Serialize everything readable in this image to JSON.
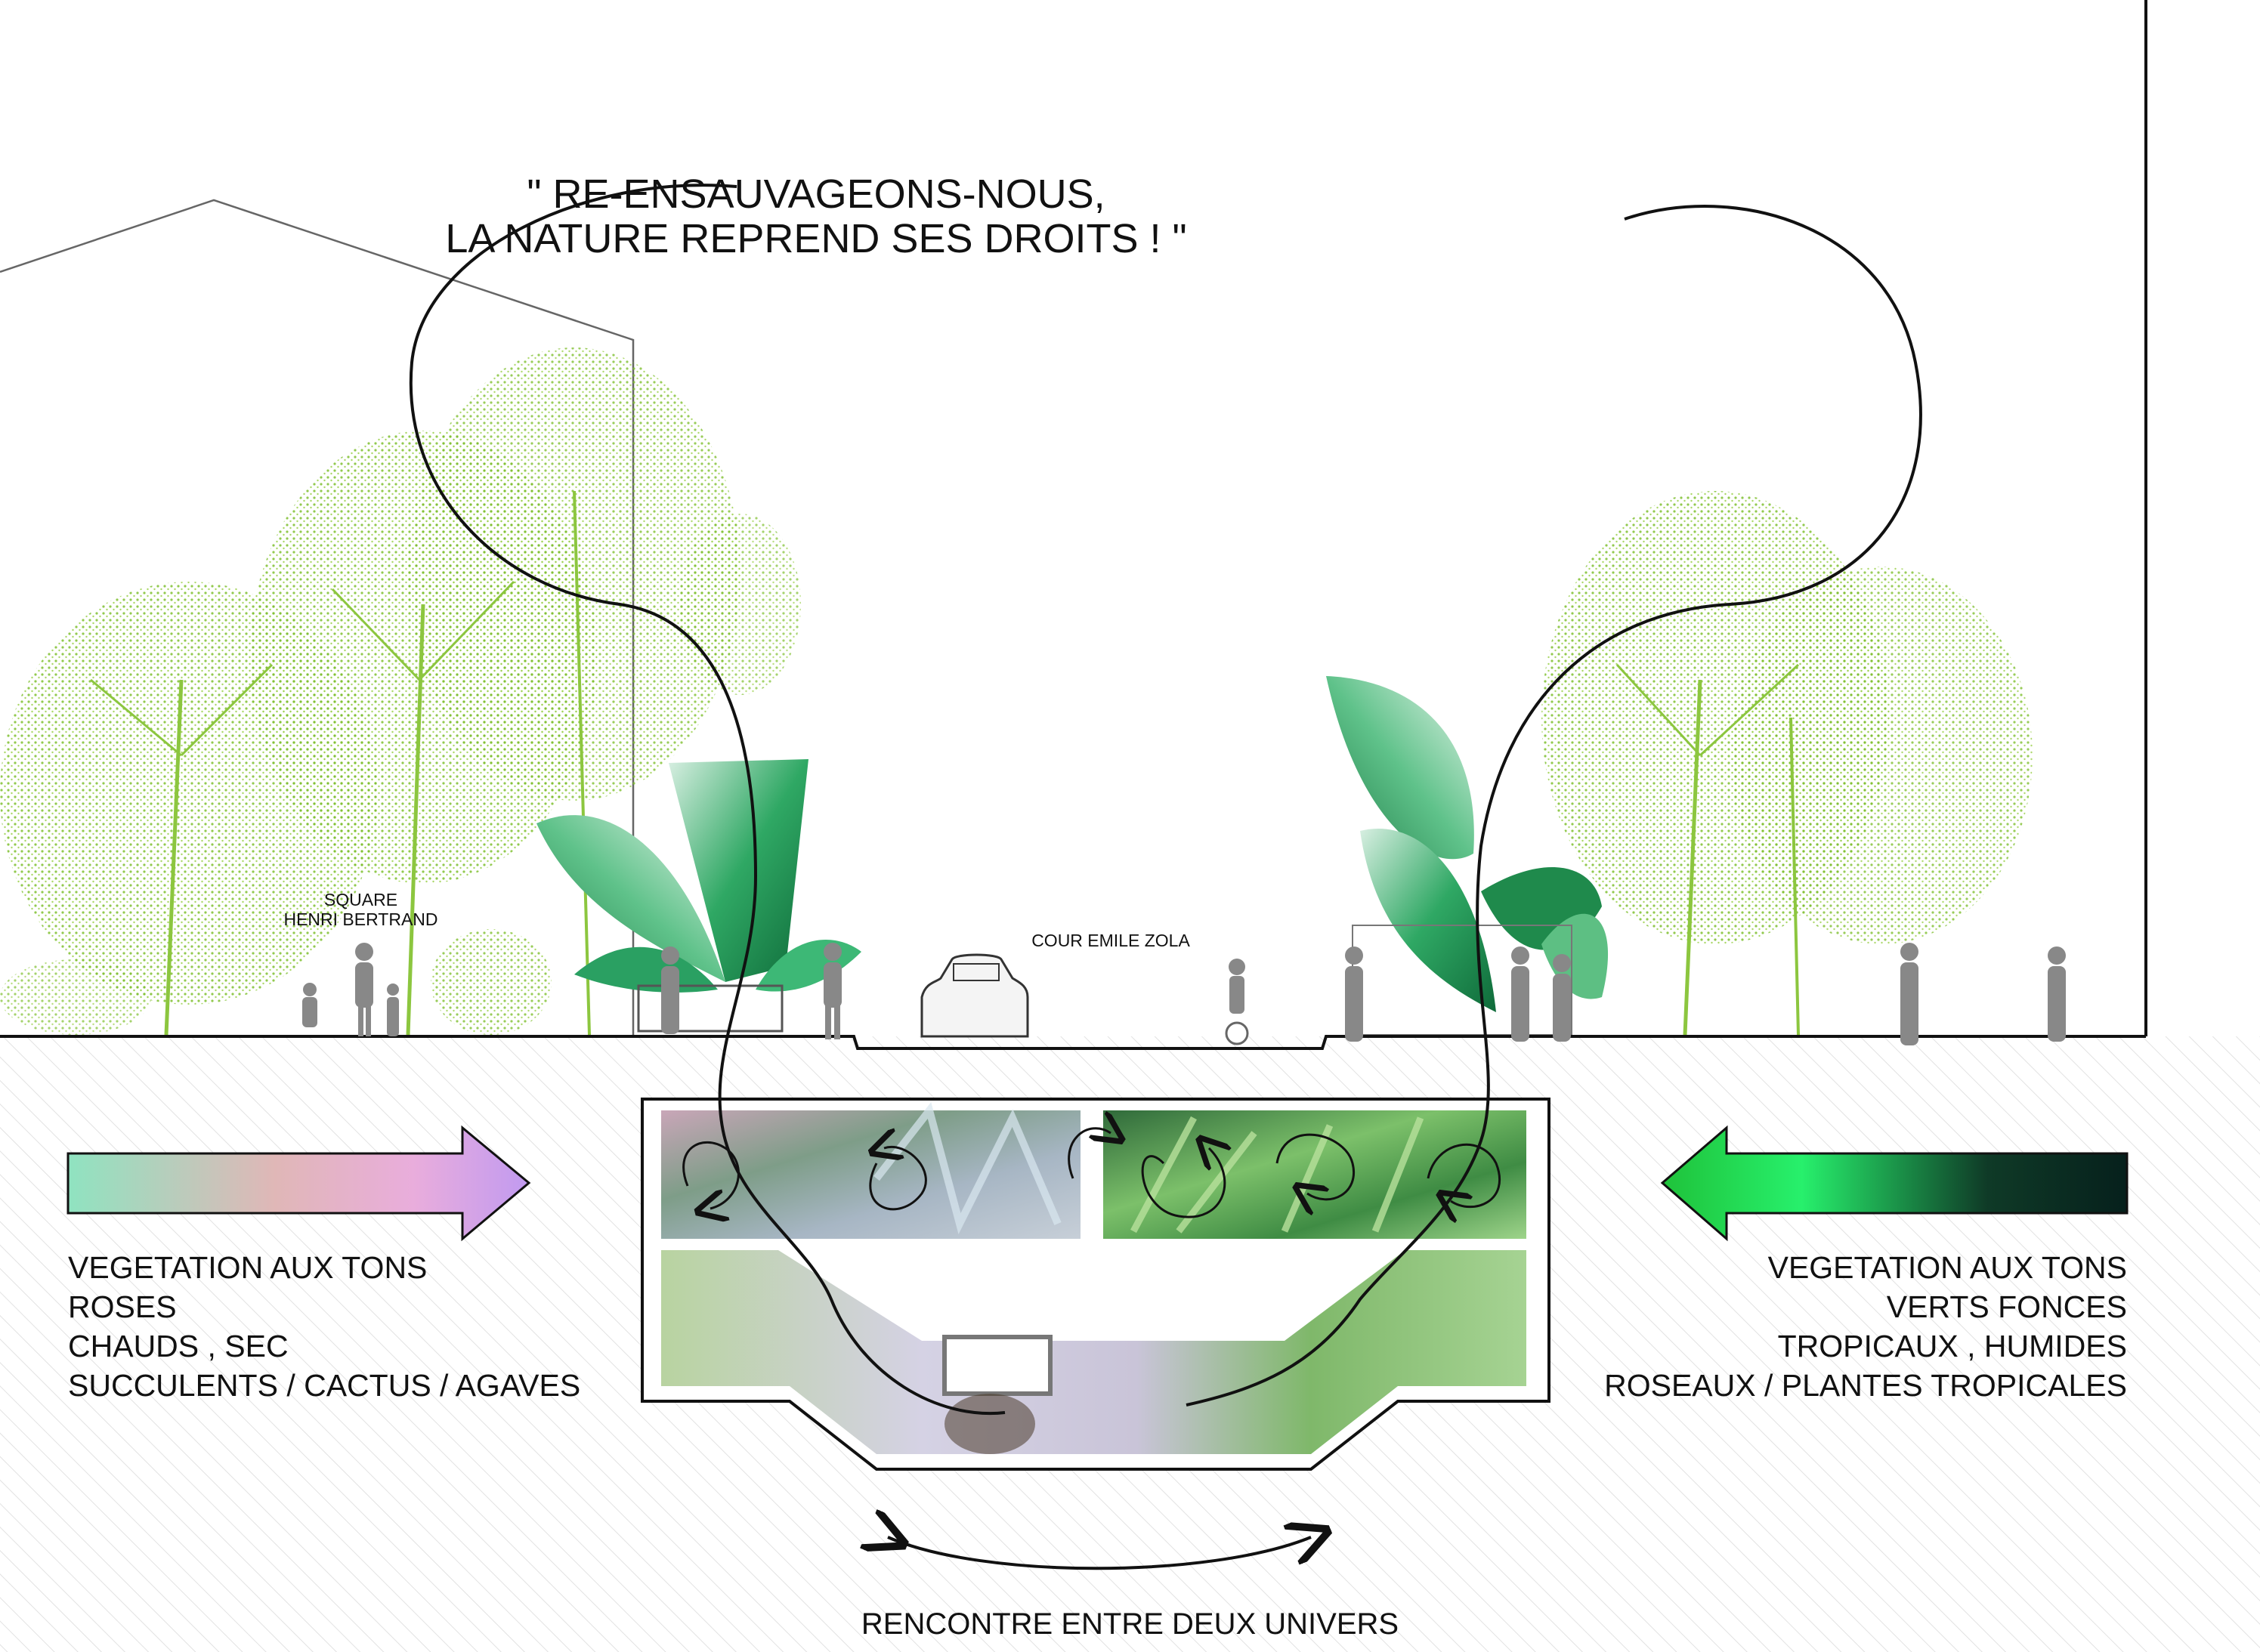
{
  "headline": {
    "line1": "\" RE-ENSAUVAGEONS-NOUS,",
    "line2": "LA NATURE REPREND SES DROITS ! \""
  },
  "places": {
    "square_line1": "SQUARE",
    "square_line2": "HENRI BERTRAND",
    "street": "COUR EMILE ZOLA"
  },
  "left_legend": {
    "lines": [
      "VEGETATION AUX TONS",
      "ROSES",
      "CHAUDS , SEC",
      "SUCCULENTS / CACTUS / AGAVES"
    ]
  },
  "right_legend": {
    "lines": [
      "VEGETATION AUX TONS",
      "VERTS FONCES",
      "TROPICAUX , HUMIDES",
      "ROSEAUX / PLANTES TROPICALES"
    ]
  },
  "caption": "RENCONTRE ENTRE DEUX UNIVERS",
  "colors": {
    "left_arrow_gradient": [
      "#8fe3c0",
      "#e3b3c7",
      "#c19af0"
    ],
    "right_arrow_gradient": [
      "#1fc23a",
      "#27f06c",
      "#0f3a27",
      "#06201c"
    ],
    "tree_green": "#8cc63f",
    "leaf_green": "#2fa864",
    "ground_hatch": "#dddddd",
    "line": "#111111"
  }
}
